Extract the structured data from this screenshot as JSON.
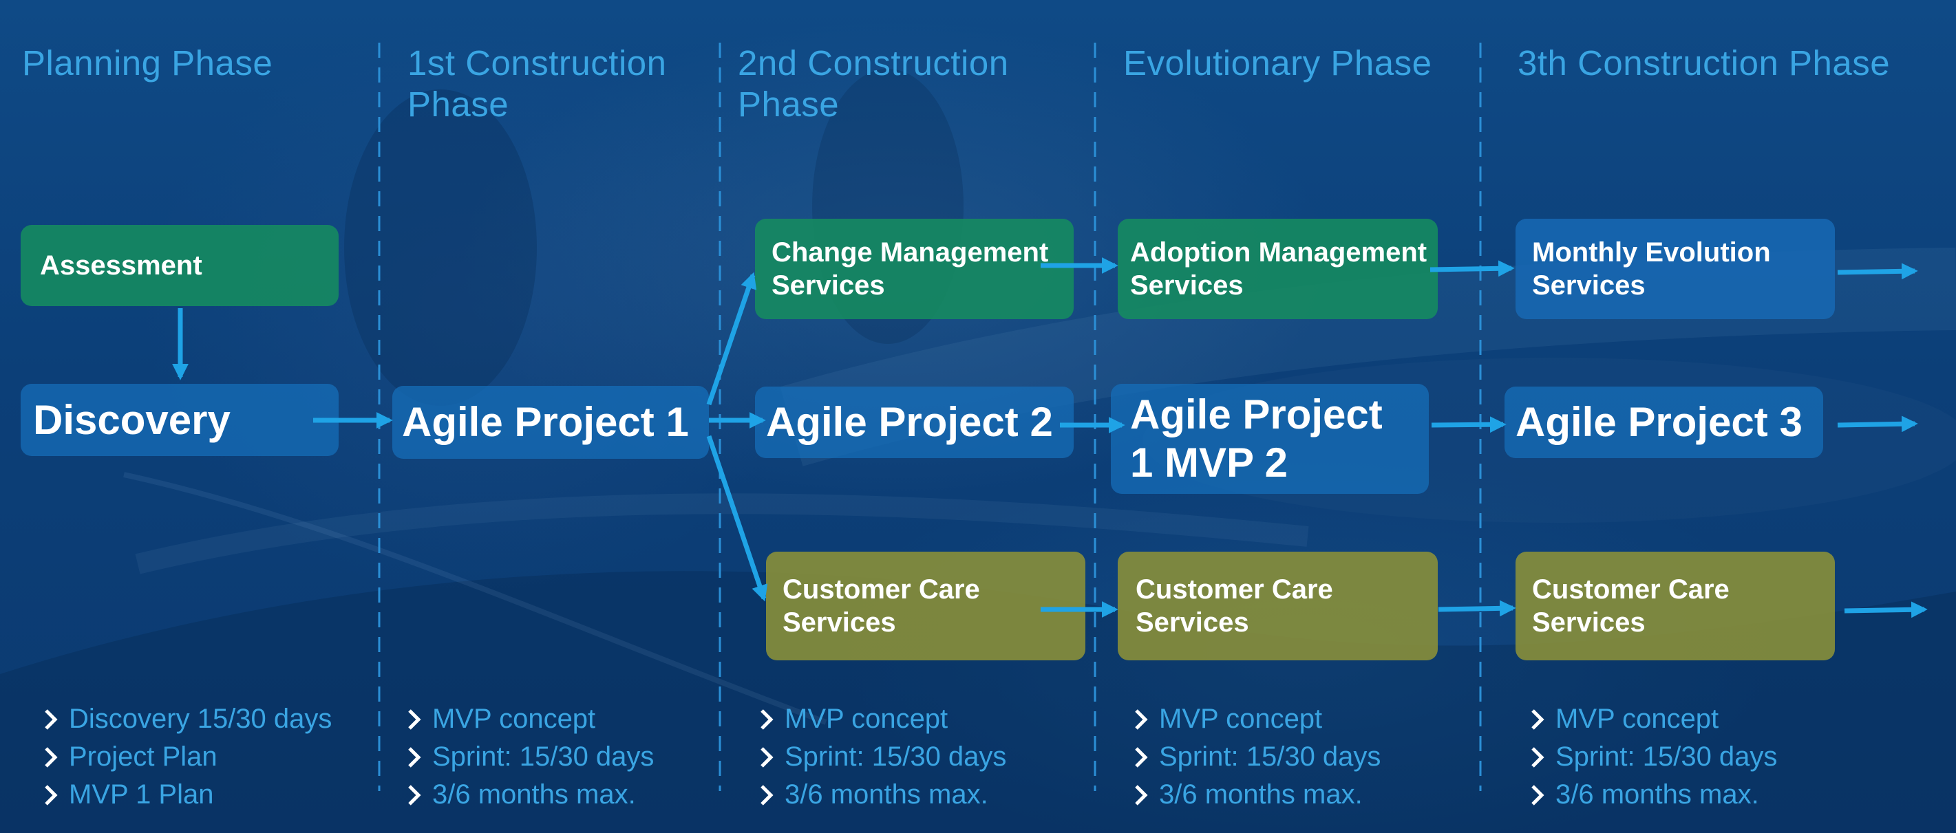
{
  "colors": {
    "background": "#0d3f78",
    "phase_title": "#3aa5e3",
    "connector": "#1fa3e6",
    "divider": "#2b8fd6",
    "green_box": "#168c60",
    "olive_box": "#888f3a",
    "blue_box": "#1868b4",
    "bullet_text": "#3aa5e3"
  },
  "phases": [
    {
      "title": "Planning Phase",
      "bullets": [
        "Discovery 15/30 days",
        "Project Plan",
        "MVP 1 Plan"
      ]
    },
    {
      "title": "1st Construction\nPhase",
      "bullets": [
        "MVP concept",
        "Sprint: 15/30 days",
        "3/6 months max."
      ]
    },
    {
      "title": "2nd Construction\nPhase",
      "bullets": [
        "MVP concept",
        "Sprint: 15/30 days",
        "3/6 months max."
      ]
    },
    {
      "title": "Evolutionary Phase",
      "bullets": [
        "MVP concept",
        "Sprint: 15/30 days",
        "3/6 months max."
      ]
    },
    {
      "title": "3th Construction Phase",
      "bullets": [
        "MVP concept",
        "Sprint: 15/30 days",
        "3/6 months max."
      ]
    }
  ],
  "boxes": {
    "assessment": "Assessment",
    "discovery": "Discovery",
    "agile_project_1": "Agile Project 1",
    "change_management": "Change Management\nServices",
    "agile_project_2": "Agile Project 2",
    "customer_care_1": "Customer Care\nServices",
    "adoption_management": "Adoption Management\nServices",
    "agile_project_1_mvp_2": "Agile Project\n1 MVP 2",
    "customer_care_2": "Customer Care\nServices",
    "monthly_evolution": "Monthly Evolution\nServices",
    "agile_project_3": "Agile Project 3",
    "customer_care_3": "Customer Care\nServices"
  },
  "icons": {
    "bullet_marker": "chevron-right-icon",
    "connector_head": "arrow-head-icon"
  }
}
